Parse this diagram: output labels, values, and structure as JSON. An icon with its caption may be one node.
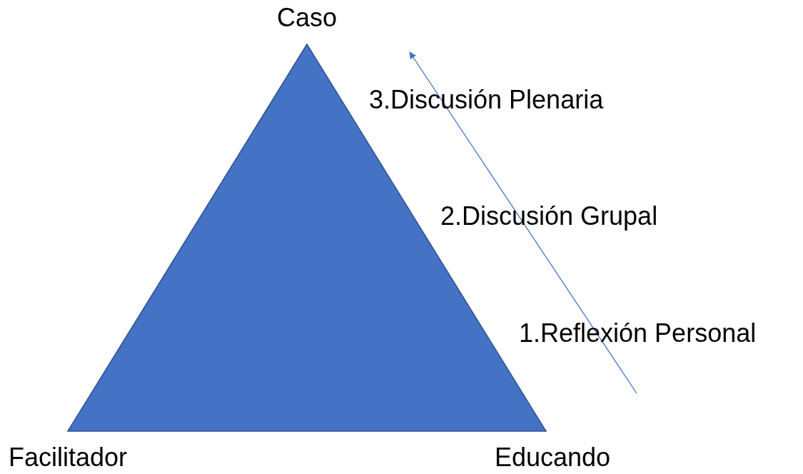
{
  "diagram": {
    "nodes": [
      {
        "text": [],
        "shape": "triangle",
        "beside": [
          "Caso",
          "Facilitador",
          "Educando"
        ]
      }
    ],
    "labels": [
      "3.Discusión Plenaria",
      "2.Discusión Grupal",
      "1.Reflexión Personal"
    ]
  }
}
